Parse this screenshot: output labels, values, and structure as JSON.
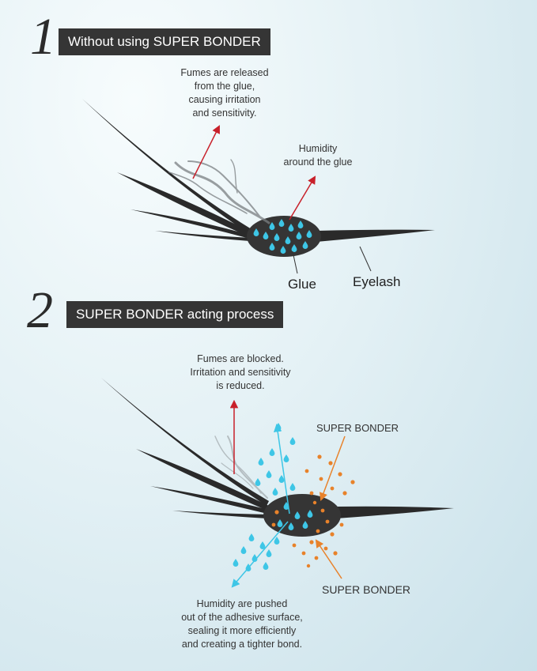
{
  "section1": {
    "number": "1",
    "title": "Without using SUPER BONDER",
    "fumes_note": [
      "Fumes are released",
      "from the glue,",
      "causing irritation",
      "and sensitivity."
    ],
    "humidity_note": [
      "Humidity",
      "around the glue"
    ],
    "glue_label": "Glue",
    "eyelash_label": "Eyelash"
  },
  "section2": {
    "number": "2",
    "title": "SUPER BONDER acting process",
    "fumes_note": [
      "Fumes are blocked.",
      "Irritation and sensitivity",
      "is reduced."
    ],
    "bonder_label_top": "SUPER BONDER",
    "bonder_label_bottom": "SUPER BONDER",
    "humidity_note": [
      "Humidity are pushed",
      "out of the adhesive surface,",
      "sealing it more efficiently",
      "and creating a tighter bond."
    ]
  },
  "colors": {
    "lash": "#2a2a2a",
    "glue": "#353535",
    "water": "#3ec6e6",
    "bonder": "#e8822a",
    "arrow_red": "#c8202a",
    "arrow_cyan": "#3ec6e6",
    "arrow_orange": "#e8822a",
    "banner_bg": "#353535"
  }
}
